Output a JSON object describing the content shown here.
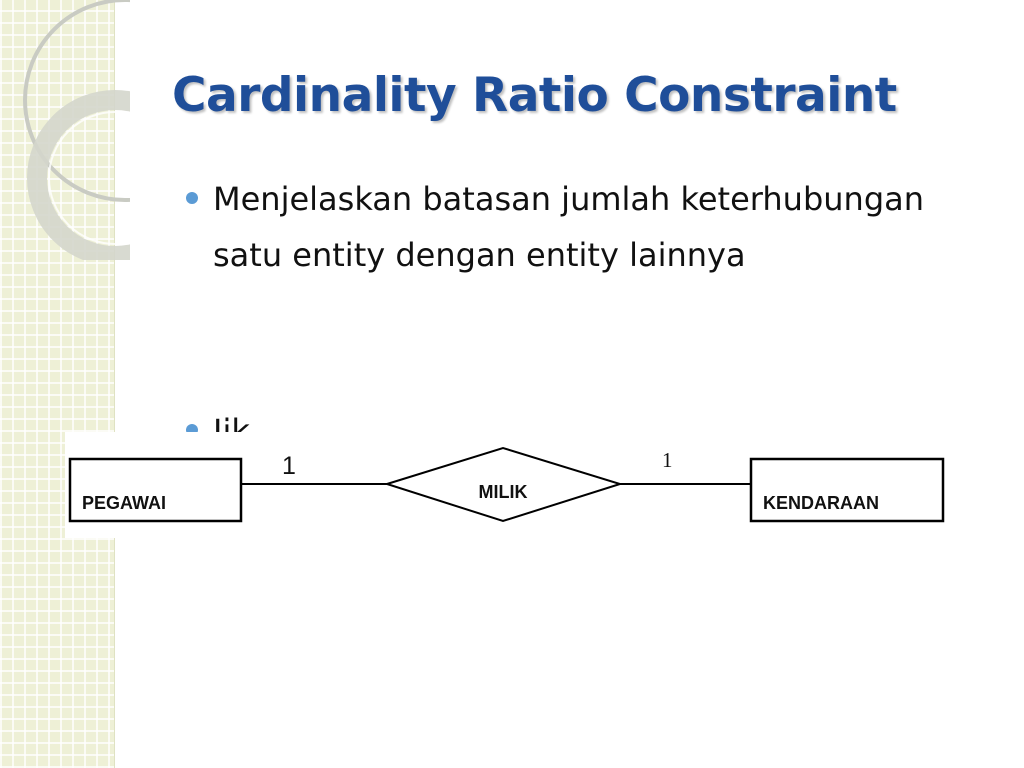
{
  "slide": {
    "title": "Cardinality Ratio Constraint",
    "bullets": [
      {
        "text": "Menjelaskan batasan jumlah keterhubungan satu entity dengan entity lainnya"
      },
      {
        "text": "Jik"
      }
    ]
  },
  "diagram": {
    "left_entity": "PEGAWAI",
    "relationship": "MILIK",
    "right_entity": "KENDARAAN",
    "left_cardinality": "1",
    "right_cardinality": "1"
  },
  "colors": {
    "title": "#1f4e99",
    "bullet": "#5b9bd5",
    "side_panel": "#eef0d6"
  }
}
